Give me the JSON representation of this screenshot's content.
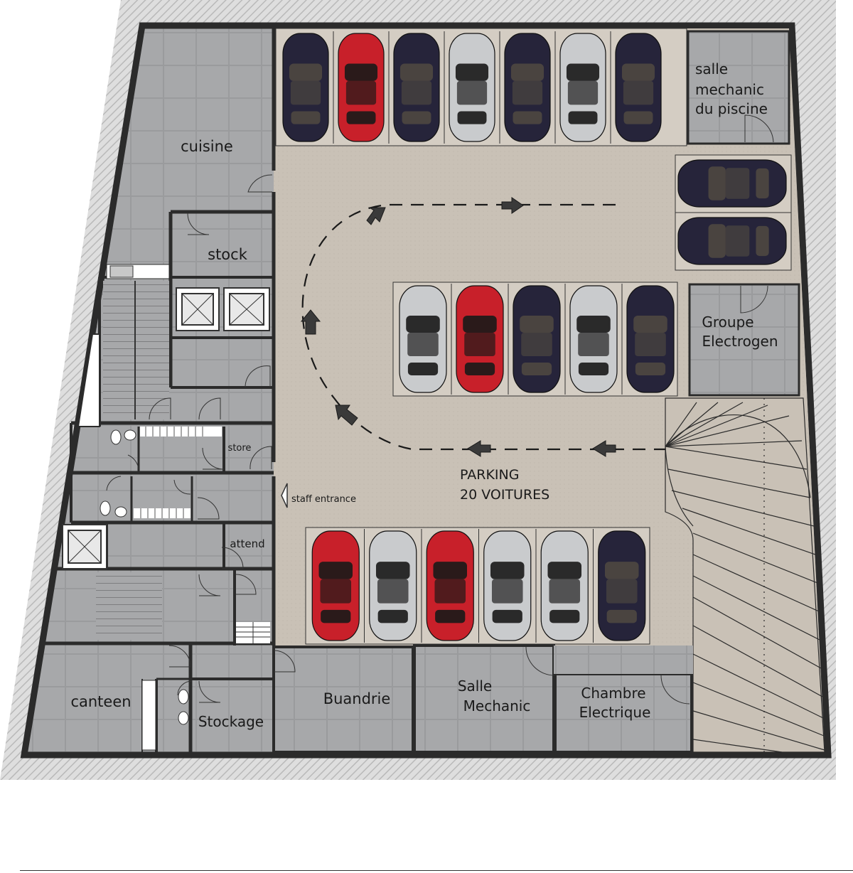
{
  "rooms": {
    "cuisine": "cuisine",
    "stock": "stock",
    "store": "store",
    "attend": "attend",
    "canteen": "canteen",
    "stockage": "Stockage",
    "buandrie": "Buandrie",
    "salle_mechanic": [
      "Salle",
      "Mechanic"
    ],
    "chambre_electrique": [
      "Chambre",
      "Electrique"
    ],
    "groupe_electrogen": [
      "Groupe",
      "Electrogen"
    ],
    "salle_mechanic_piscine": [
      "salle",
      "mechanic",
      "du piscine"
    ]
  },
  "parking": {
    "title_line1": "PARKING",
    "title_line2": "20 VOITURES",
    "capacity": 20
  },
  "staff_entrance": "staff entrance",
  "colors": {
    "wall": "#2b2b2b",
    "room_floor": "#a9aaac",
    "parking_floor": "#c9c1b6",
    "outer_hatch": "#d8d8d8",
    "car_red": "#c8202a",
    "car_silver": "#c9cbcd",
    "car_navy": "#26243a"
  },
  "cars": {
    "top_row": [
      "navy",
      "red",
      "navy",
      "silver",
      "navy",
      "silver",
      "navy"
    ],
    "middle_row": [
      "silver",
      "red",
      "navy",
      "silver",
      "navy"
    ],
    "right_pair": [
      "navy",
      "navy"
    ],
    "bottom_row": [
      "red",
      "silver",
      "red",
      "silver",
      "silver",
      "navy"
    ]
  }
}
